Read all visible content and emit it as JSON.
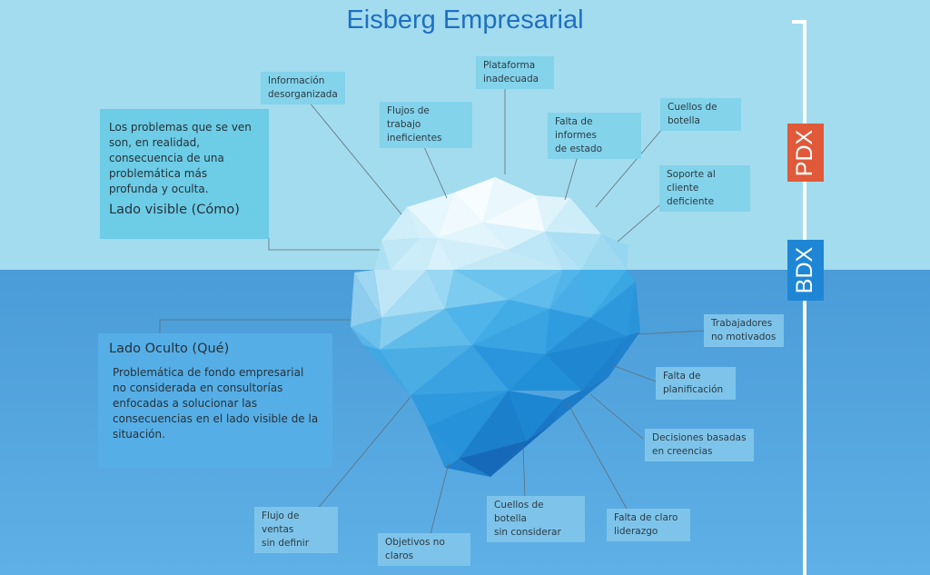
{
  "title": "Eisberg Empresarial",
  "colors": {
    "sky": "#a3dcee",
    "sea": "#4b9ed9",
    "pdx": "#e05a3a",
    "bdx": "#1f86d6",
    "title": "#1f6fc2"
  },
  "badges": {
    "pdx": "PDX",
    "bdx": "BDX"
  },
  "visible_panel": {
    "text": "Los problemas que se ven\nson, en realidad,\nconsecuencia de una\nproblemática más\nprofunda y oculta.",
    "heading": "Lado visible (Cómo)"
  },
  "hidden_panel": {
    "heading": "Lado Oculto (Qué)",
    "text": "Problemática de fondo empresarial\nno considerada en consultorías\nenfocadas a solucionar las\nconsecuencias en el lado visible de la\nsituación."
  },
  "top_labels": [
    "Información\ndesorganizada",
    "Plataforma\ninadecuada",
    "Flujos de trabajo\nineficientes",
    "Falta de informes\nde estado",
    "Cuellos de\nbotella",
    "Soporte al\ncliente deficiente"
  ],
  "bottom_labels": [
    "Trabajadores\nno motivados",
    "Falta de\nplanificación",
    "Decisiones basadas\nen creencias",
    "Falta de claro\nliderazgo",
    "Cuellos de botella\nsin considerar",
    "Objetivos no\nclaros",
    "Flujo de ventas\nsin definir"
  ]
}
